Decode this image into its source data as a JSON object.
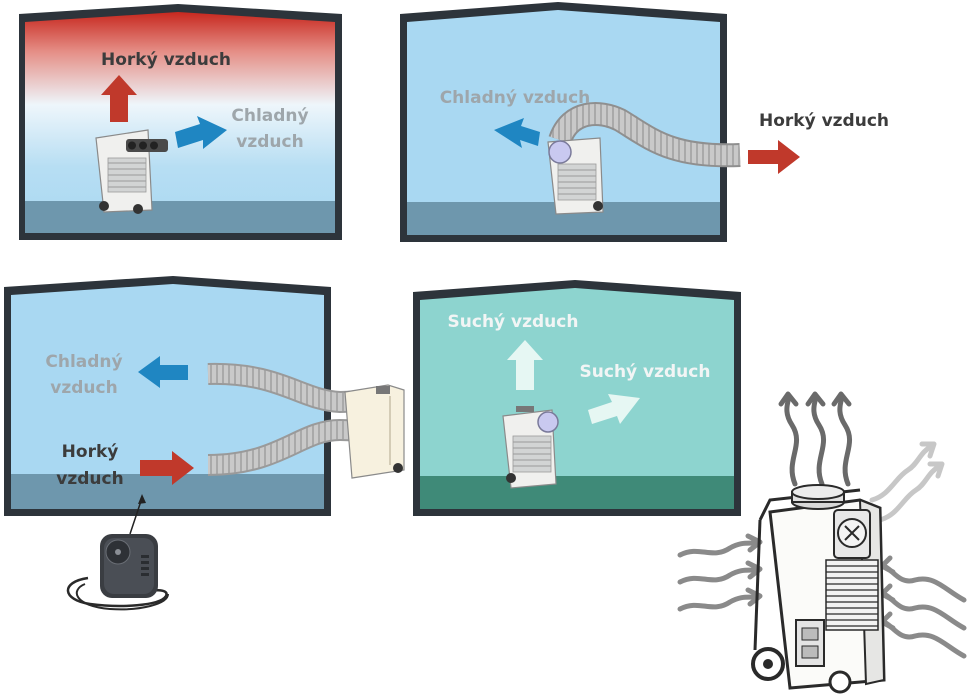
{
  "colors": {
    "room_blue": "#a9d8f2",
    "room_teal": "#8dd4cf",
    "floor_blue": "#6e97ad",
    "floor_teal": "#3f8a78",
    "wall": "#2d343b",
    "heat_top": "#c7281f",
    "hot_arrow": "#c0392b",
    "cold_arrow": "#1f86c2",
    "dry_arrow": "#e6f7f3",
    "label_dark": "#3c3c3c",
    "label_light": "#9ea6ab",
    "label_pale": "#f2f5f5",
    "flow_gray": "#8a8a8a"
  },
  "panel1": {
    "hot_label": "Horký vzduch",
    "cold_label_1": "Chladný",
    "cold_label_2": "vzduch"
  },
  "panel2": {
    "cold_label": "Chladný vzduch",
    "hot_label": "Horký vzduch"
  },
  "panel3": {
    "cold_label_1": "Chladný",
    "cold_label_2": "vzduch",
    "hot_label_1": "Horký",
    "hot_label_2": "vzduch"
  },
  "panel4": {
    "dry_label_top": "Suchý vzduch",
    "dry_label_side": "Suchý vzduch"
  },
  "icons": [
    "air-cooler-unit-icon",
    "flexible-hose-icon",
    "thermostat-controller-icon",
    "dehumidifier-unit-icon",
    "airflow-arrows-icon"
  ]
}
